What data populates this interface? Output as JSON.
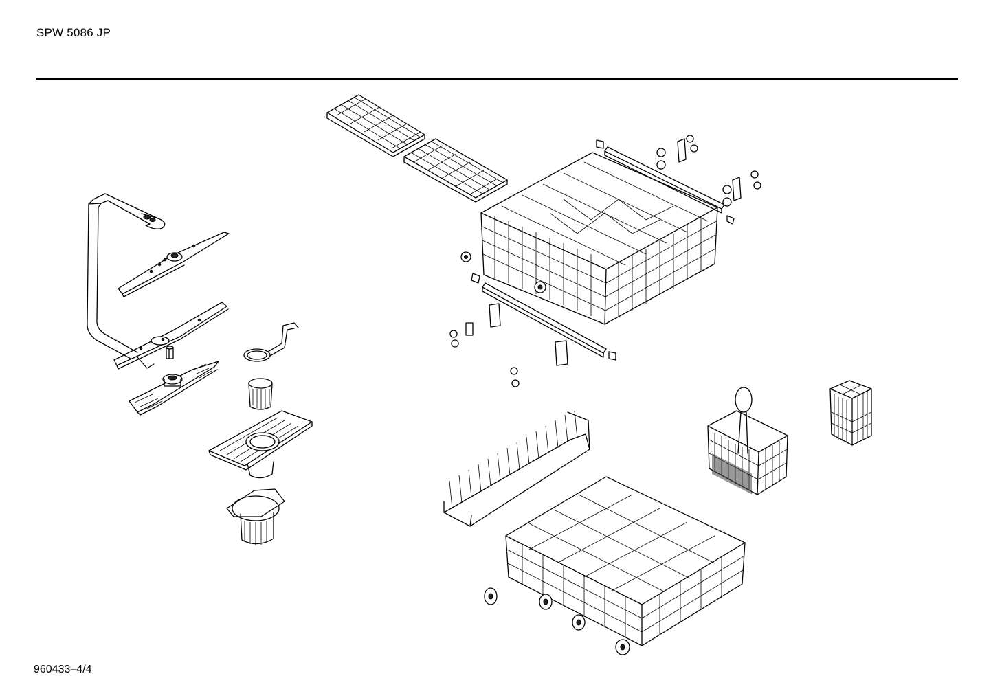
{
  "header": {
    "model": "SPW 5086 JP"
  },
  "footer": {
    "drawing_code": "960433–4/4"
  },
  "diagram": {
    "parts": [
      "upper-spray-arm-supply-pipe",
      "upper-spray-arm",
      "lower-spray-arm",
      "spray-arm-hub",
      "filter-plate",
      "clamp-ring",
      "filter-cylinder",
      "fine-filter",
      "micro-filter-cup",
      "folding-tine-racks",
      "upper-basket",
      "rail-rollers",
      "basket-rails",
      "rail-end-caps",
      "lower-basket",
      "lower-basket-wheels",
      "plate-rack",
      "cutlery-basket",
      "small-cutlery-insert"
    ]
  }
}
